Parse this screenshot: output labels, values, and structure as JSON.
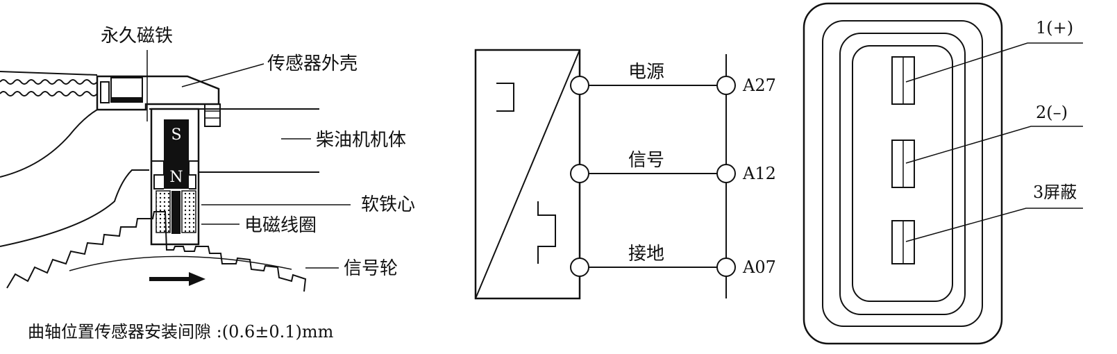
{
  "sensor_labels": {
    "permanent_magnet": "永久磁铁",
    "sensor_housing": "传感器外壳",
    "engine_block": "柴油机机体",
    "soft_iron_core": "软铁心",
    "coil": "电磁线圈",
    "signal_wheel": "信号轮",
    "pole_s": "S",
    "pole_n": "N",
    "gap_note": "曲轴位置传感器安装间隙 :(0.6±0.1)mm"
  },
  "circuit": {
    "power_label": "电源",
    "signal_label": "信号",
    "ground_label": "接地",
    "pin_power": "A27",
    "pin_signal": "A12",
    "pin_ground": "A07"
  },
  "connector": {
    "pin1": "1(+)",
    "pin2": "2(–)",
    "pin3": "3屏蔽"
  }
}
